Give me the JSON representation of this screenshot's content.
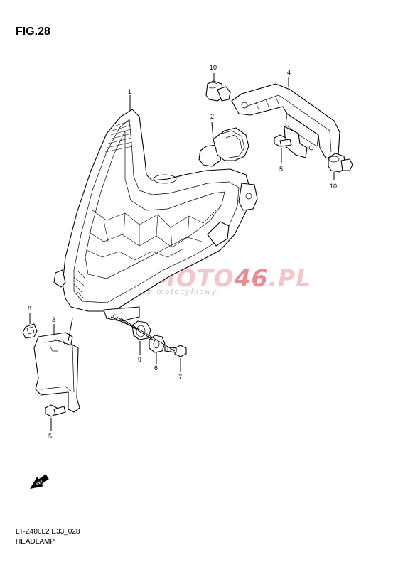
{
  "figure": {
    "title": "FIG.28",
    "model_code": "LT-Z400L2 E33_028",
    "name": "HEADLAMP"
  },
  "watermark": {
    "main_a": "SKLEPMOTO",
    "main_b": "46",
    "main_c": ".PL",
    "sub": "internetowy sklep motocyklowy",
    "color": "#f3c7c9"
  },
  "callouts": {
    "c1": "1",
    "c2": "2",
    "c3": "3",
    "c4": "4",
    "c5a": "5",
    "c5b": "5",
    "c6": "6",
    "c7": "7",
    "c8": "8",
    "c9": "9",
    "c10a": "10",
    "c10b": "10"
  },
  "fwd_icon": {
    "label": "FWD",
    "icon": "forward-arrow-icon"
  }
}
